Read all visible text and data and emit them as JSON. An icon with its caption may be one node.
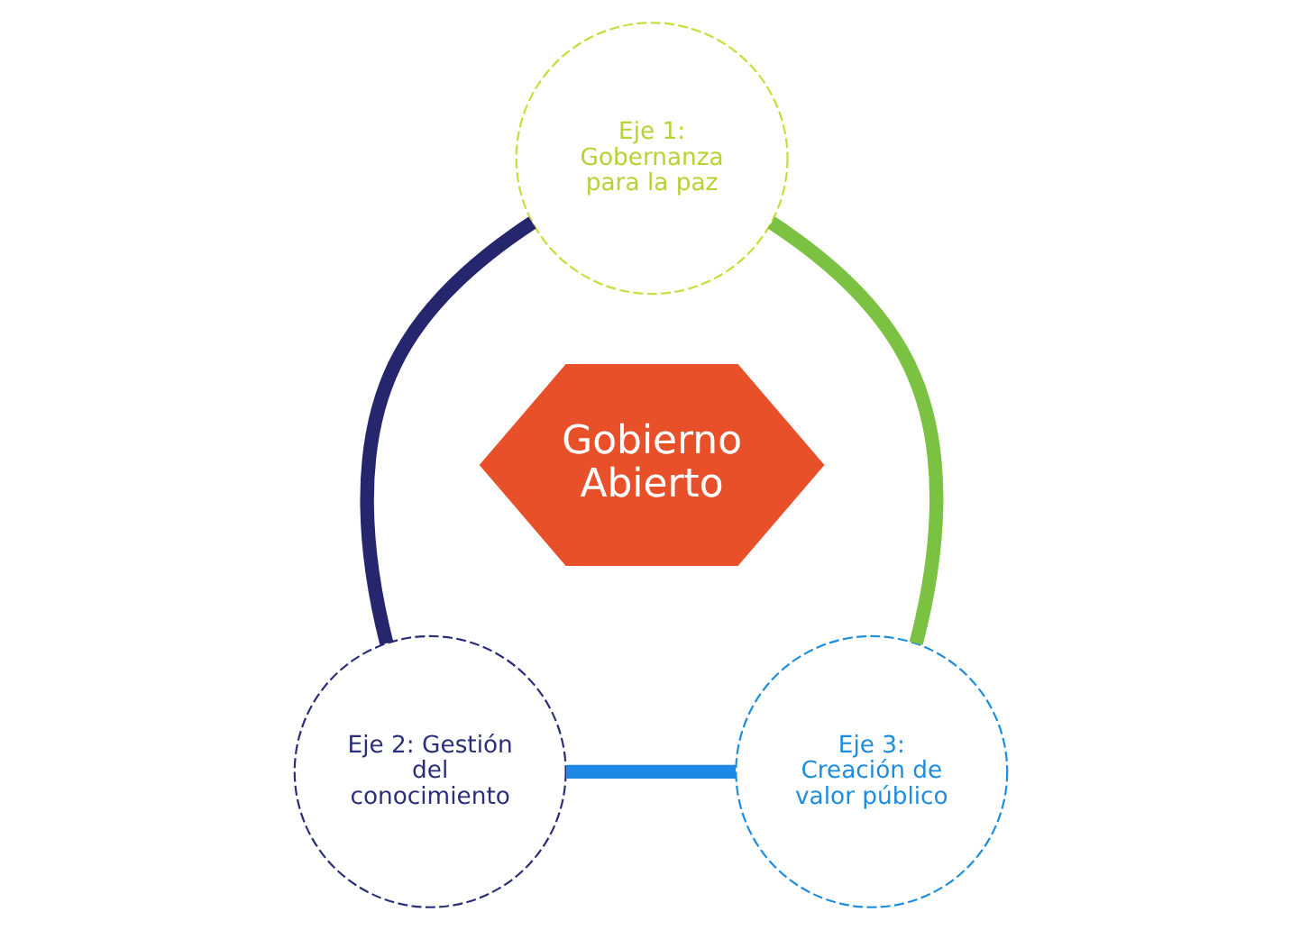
{
  "diagram": {
    "nodes": [
      {
        "text": [
          "Eje 1: Gobernanza para la paz"
        ]
      },
      {
        "text": [
          "Gobierno Abierto"
        ]
      },
      {
        "text": [
          "Eje 2: Gestión del conocimiento"
        ]
      },
      {
        "text": [
          "Eje 3: Creación de valor público"
        ]
      }
    ],
    "edges": [
      {
        "from": 2,
        "to": 0,
        "arrow": "none",
        "color": "#26266e"
      },
      {
        "from": 0,
        "to": 3,
        "arrow": "none",
        "color": "#7cc242"
      },
      {
        "from": 2,
        "to": 3,
        "arrow": "none",
        "color": "#1e88e5"
      }
    ]
  }
}
